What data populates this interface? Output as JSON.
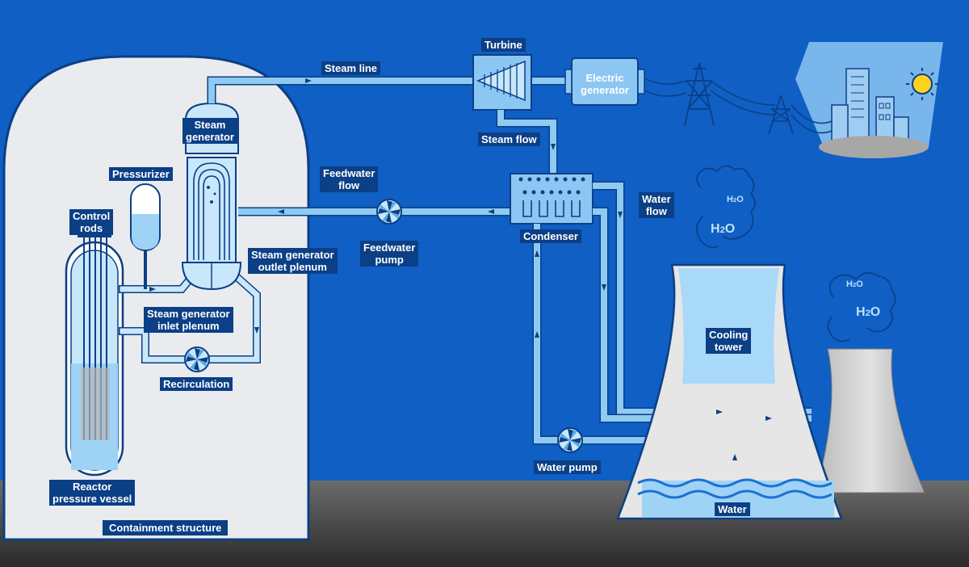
{
  "labels": {
    "turbine": "Turbine",
    "steam_line": "Steam line",
    "electric_generator": "Electric\ngenerator",
    "steam_generator": "Steam\ngenerator",
    "steam_flow": "Steam flow",
    "feedwater_flow": "Feedwater\nflow",
    "pressurizer": "Pressurizer",
    "control_rods": "Control\nrods",
    "water_flow": "Water\nflow",
    "condenser": "Condenser",
    "feedwater_pump": "Feedwater\npump",
    "sg_outlet_plenum": "Steam generator\noutlet plenum",
    "sg_inlet_plenum": "Steam generator\ninlet plenum",
    "recirculation": "Recirculation",
    "cooling_tower": "Cooling\ntower",
    "water_pump": "Water pump",
    "reactor_pressure_vessel": "Reactor\npressure vessel",
    "water": "Water",
    "containment_structure": "Containment structure"
  },
  "vapor": [
    {
      "base": "H",
      "sub": "2",
      "tail": "O"
    },
    {
      "base": "H",
      "sub": "2",
      "tail": "O"
    },
    {
      "base": "H",
      "sub": "2",
      "tail": "O"
    },
    {
      "base": "H",
      "sub": "2",
      "tail": "O"
    }
  ],
  "icons": [
    "fan-pump-icon",
    "transmission-tower-icon",
    "city-buildings-icon",
    "sun-icon",
    "cloud-icon"
  ],
  "colors": {
    "background": "#0f5fc4",
    "pipe": "#8fcaf2",
    "pipe_outline": "#0b3f86",
    "label_bg": "#0b3f86",
    "containment": "#e9ebee",
    "water": "#9fd3f6",
    "sun": "#ffd21f"
  }
}
